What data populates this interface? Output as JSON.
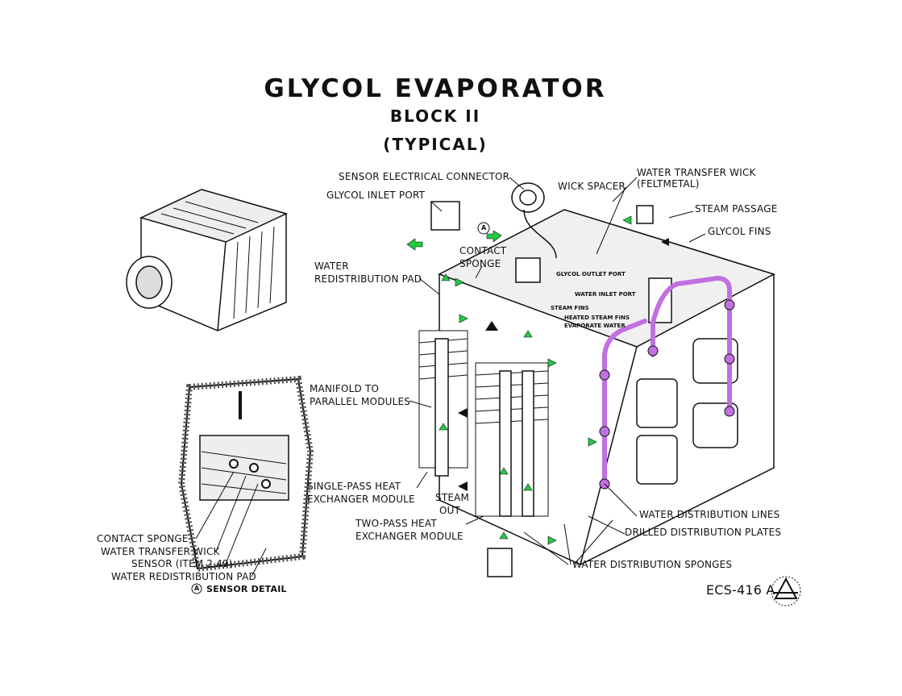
{
  "title": {
    "main": "GLYCOL EVAPORATOR",
    "sub": "BLOCK II",
    "note": "(TYPICAL)"
  },
  "labels": {
    "sensor_connector": "SENSOR ELECTRICAL CONNECTOR",
    "glycol_inlet": "GLYCOL INLET PORT",
    "wick_spacer": "WICK SPACER",
    "water_transfer_wick": "WATER TRANSFER WICK",
    "feltmetal": "(FELTMETAL)",
    "steam_passage": "STEAM PASSAGE",
    "glycol_fins": "GLYCOL FINS",
    "contact_sponge_1": "CONTACT",
    "contact_sponge_2": "SPONGE",
    "water_redist_1": "WATER",
    "water_redist_2": "REDISTRIBUTION PAD",
    "glycol_outlet": "GLYCOL OUTLET PORT",
    "water_inlet": "WATER INLET PORT",
    "steam_fins": "STEAM FINS",
    "heated_fins_1": "HEATED STEAM FINS",
    "heated_fins_2": "EVAPORATE WATER",
    "manifold_1": "MANIFOLD TO",
    "manifold_2": "PARALLEL MODULES",
    "single_pass_1": "SINGLE-PASS HEAT",
    "single_pass_2": "EXCHANGER MODULE",
    "steam_out_1": "STEAM",
    "steam_out_2": "OUT",
    "two_pass_1": "TWO-PASS HEAT",
    "two_pass_2": "EXCHANGER MODULE",
    "water_dist_lines": "WATER DISTRIBUTION LINES",
    "drilled_plates": "DRILLED DISTRIBUTION PLATES",
    "water_dist_sponges": "WATER DISTRIBUTION SPONGES",
    "callout_a": "A"
  },
  "detail": {
    "contact_sponge": "CONTACT SPONGE",
    "water_transfer_wick": "WATER TRANSFER WICK",
    "sensor": "SENSOR (ITEM 2.49)",
    "water_redist_pad": "WATER REDISTRIBUTION PAD",
    "caption_marker": "A",
    "caption": "SENSOR DETAIL"
  },
  "drawing_number": "ECS-416 A",
  "colors": {
    "flow_arrow": "#22cc44",
    "water_line": "#c070e0"
  }
}
